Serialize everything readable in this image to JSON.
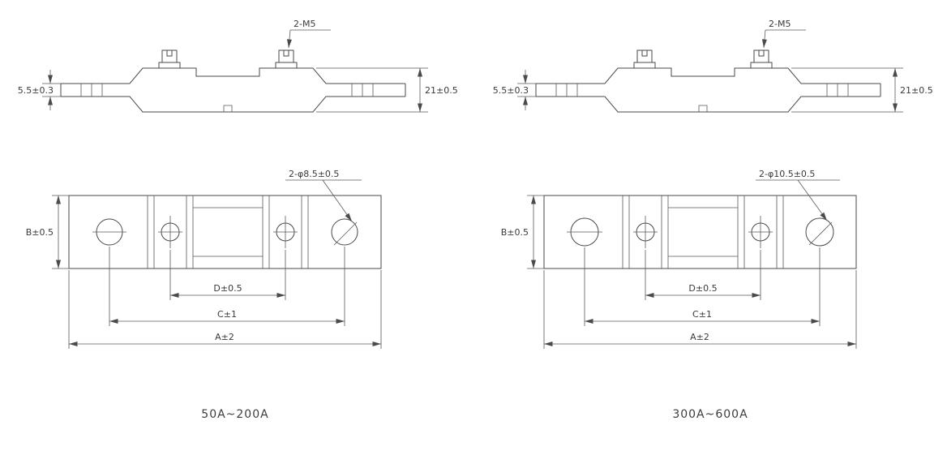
{
  "colors": {
    "background": "#ffffff",
    "line": "#4a4a4a"
  },
  "panels": [
    {
      "id": "shunt-50a-200a",
      "caption": "50A~200A",
      "side_view": {
        "screw_label": "2-M5",
        "blade_thickness_label": "5.5±0.3",
        "height_label": "21±0.5"
      },
      "plan_view": {
        "hole_label": "2-φ8.5±0.5",
        "width_label": "B±0.5",
        "screw_spacing_label": "D±0.5",
        "hole_spacing_label": "C±1",
        "length_label": "A±2"
      }
    },
    {
      "id": "shunt-300a-600a",
      "caption": "300A~600A",
      "side_view": {
        "screw_label": "2-M5",
        "blade_thickness_label": "5.5±0.3",
        "height_label": "21±0.5"
      },
      "plan_view": {
        "hole_label": "2-φ10.5±0.5",
        "width_label": "B±0.5",
        "screw_spacing_label": "D±0.5",
        "hole_spacing_label": "C±1",
        "length_label": "A±2"
      }
    }
  ]
}
